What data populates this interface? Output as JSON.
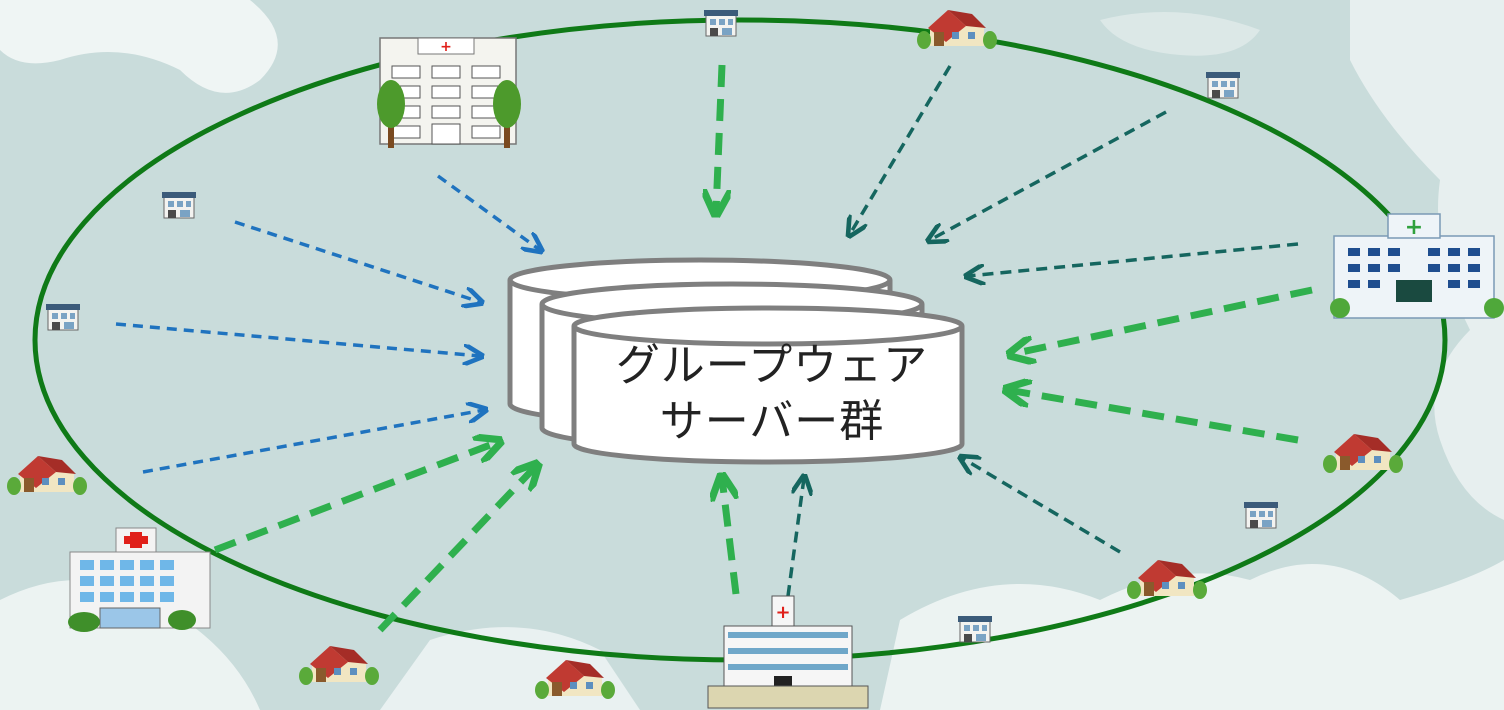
{
  "server": {
    "label_line1": "グループウェア",
    "label_line2": "サーバー群"
  },
  "colors": {
    "background": "#c9dcdb",
    "land": "#ffffff",
    "ring": "#0f7a17",
    "arrow_blue": "#1f73bf",
    "arrow_green": "#2fb04e",
    "arrow_teal": "#15665f"
  },
  "nodes": [
    {
      "type": "hospital",
      "name": "hospital-top-left"
    },
    {
      "type": "hospital",
      "name": "hospital-right"
    },
    {
      "type": "hospital",
      "name": "hospital-bottom-left"
    },
    {
      "type": "hospital",
      "name": "hospital-bottom-center"
    },
    {
      "type": "house",
      "name": "house-small"
    },
    {
      "type": "clinic",
      "name": "clinic-small"
    }
  ]
}
